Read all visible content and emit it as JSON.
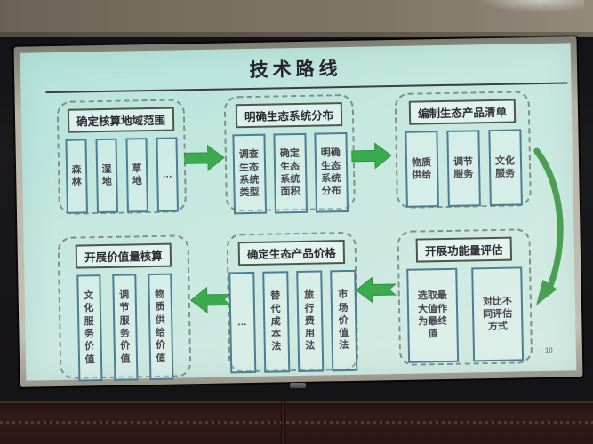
{
  "slide": {
    "title": "技术路线",
    "page_number": "10",
    "flow": {
      "groups": [
        {
          "header": "确定核算地域范围",
          "items": [
            "森\n林",
            "湿\n地",
            "草\n地",
            "…"
          ]
        },
        {
          "header": "明确生态系统分布",
          "items": [
            "调查\n生态\n系统\n类型",
            "确定\n生态\n系统\n面积",
            "明确\n生态\n系统\n分布"
          ]
        },
        {
          "header": "编制生态产品清单",
          "items": [
            "物质\n供给",
            "调节\n服务",
            "文化\n服务"
          ]
        },
        {
          "header": "开展功能量评估",
          "items": [
            "选取最\n大值作\n为最终\n值",
            "对比不\n同评估\n方式"
          ]
        },
        {
          "header": "确定生态产品价格",
          "items": [
            "…",
            "替\n代\n成\n本\n法",
            "旅\n行\n费\n用\n法",
            "市\n场\n价\n值\n法"
          ]
        },
        {
          "header": "开展价值量核算",
          "items": [
            "文\n化\n服\n务\n价\n值",
            "调\n节\n服\n务\n价\n值",
            "物\n质\n供\n给\n价\n值"
          ]
        }
      ]
    }
  },
  "colors": {
    "arrow_green": "#3cab4d",
    "arrow_green_dark": "#2e9140",
    "curve_green": "#4b9e52",
    "slide_background": "#c6e8df",
    "dashed_border": "#7c918a",
    "subbox_border": "#4c7d95",
    "header_border": "#4c564e",
    "text_dark": "#2c2b33"
  }
}
